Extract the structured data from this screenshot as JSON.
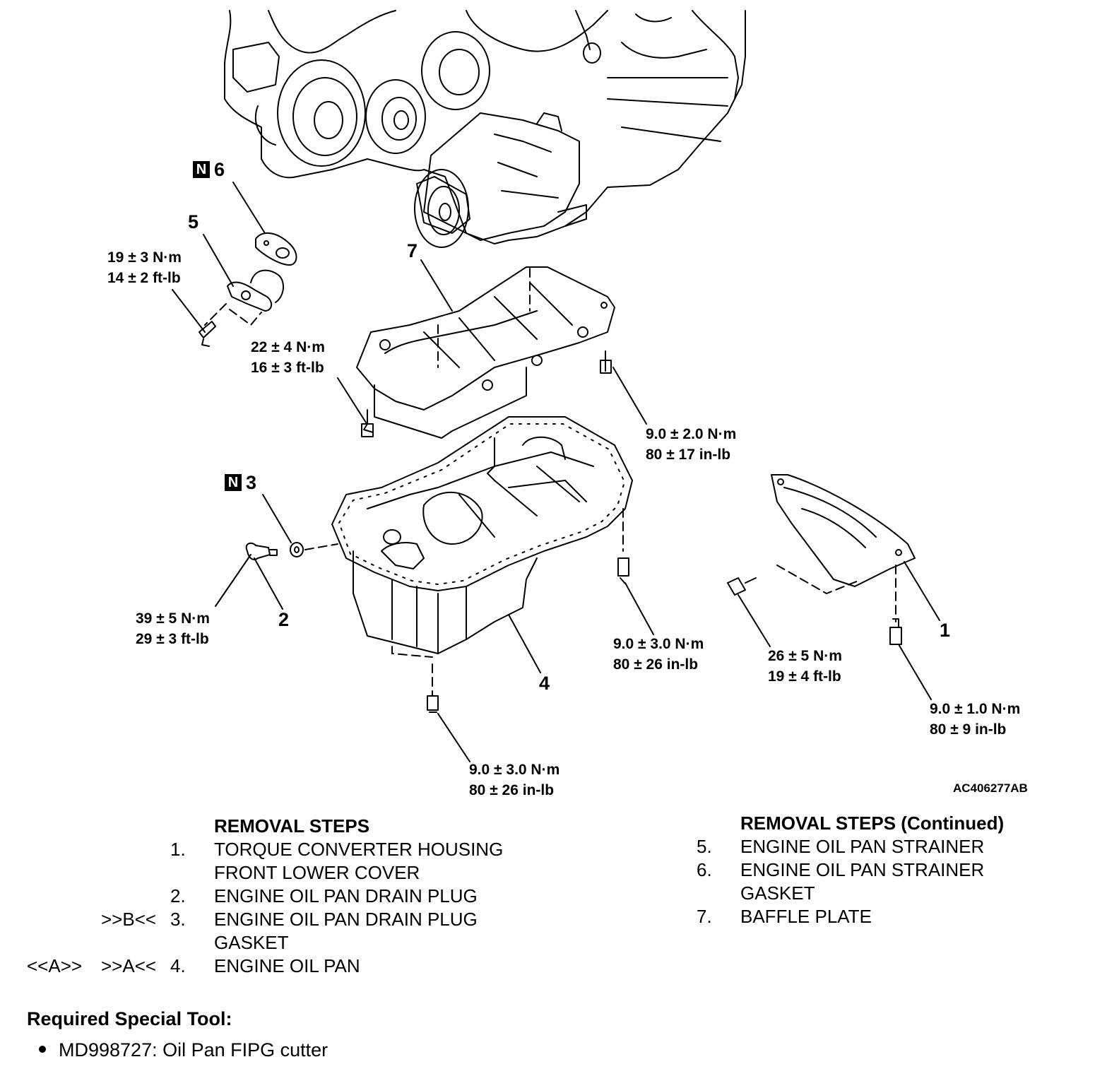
{
  "figure_id": "AC406277AB",
  "callouts": {
    "c1": "1",
    "c2": "2",
    "c3": "3",
    "c4": "4",
    "c5": "5",
    "c6": "6",
    "c7": "7",
    "new_part_marker": "N"
  },
  "torques": {
    "t5": [
      "19 ± 3 N·m",
      "14 ± 2 ft-lb"
    ],
    "t7": [
      "22 ± 4 N·m",
      "16 ± 3 ft-lb"
    ],
    "t7r": [
      "9.0 ± 2.0 N·m",
      "80 ± 17 in-lb"
    ],
    "t2": [
      "39 ± 5 N·m",
      "29 ± 3 ft-lb"
    ],
    "t4r": [
      "9.0 ± 3.0 N·m",
      "80 ± 26 in-lb"
    ],
    "t4b": [
      "9.0 ± 3.0 N·m",
      "80 ± 26 in-lb"
    ],
    "t1a": [
      "26 ± 5 N·m",
      "19 ± 4 ft-lb"
    ],
    "t1b": [
      "9.0 ± 1.0 N·m",
      "80 ± 9 in-lb"
    ]
  },
  "removal_steps": {
    "title": "REMOVAL STEPS",
    "steps": [
      {
        "num": "1.",
        "lines": [
          "TORQUE CONVERTER HOUSING",
          "FRONT LOWER COVER"
        ],
        "ref1": "",
        "ref2": ""
      },
      {
        "num": "2.",
        "lines": [
          "ENGINE OIL PAN DRAIN PLUG"
        ],
        "ref1": "",
        "ref2": ""
      },
      {
        "num": "3.",
        "lines": [
          "ENGINE OIL PAN DRAIN PLUG",
          "GASKET"
        ],
        "ref1": "",
        "ref2": ">>B<<"
      },
      {
        "num": "4.",
        "lines": [
          "ENGINE OIL PAN"
        ],
        "ref1": "<<A>>",
        "ref2": ">>A<<"
      }
    ]
  },
  "removal_steps_cont": {
    "title": "REMOVAL STEPS (Continued)",
    "steps": [
      {
        "num": "5.",
        "lines": [
          "ENGINE OIL PAN STRAINER"
        ]
      },
      {
        "num": "6.",
        "lines": [
          "ENGINE OIL PAN STRAINER",
          "GASKET"
        ]
      },
      {
        "num": "7.",
        "lines": [
          "BAFFLE PLATE"
        ]
      }
    ]
  },
  "special_tool": {
    "title": "Required Special Tool:",
    "items": [
      "MD998727: Oil Pan FIPG cutter"
    ]
  }
}
